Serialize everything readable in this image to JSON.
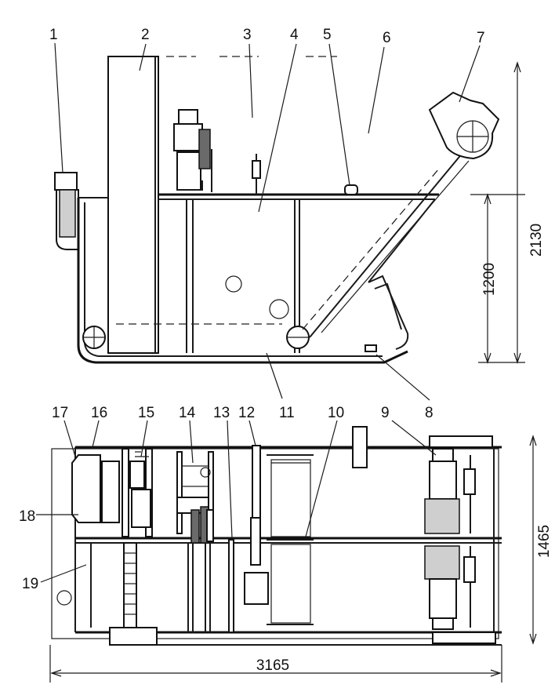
{
  "callouts": [
    "1",
    "2",
    "3",
    "4",
    "5",
    "6",
    "7",
    "8",
    "9",
    "10",
    "11",
    "12",
    "13",
    "14",
    "15",
    "16",
    "17",
    "18",
    "19"
  ],
  "dimensions": {
    "overall_height": "2130",
    "tank_height": "1200",
    "overall_width": "1465",
    "overall_length": "3165"
  }
}
